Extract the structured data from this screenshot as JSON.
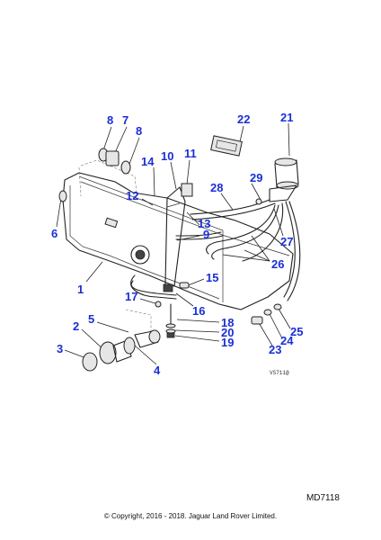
{
  "diagram": {
    "reference": "VS711@",
    "callouts": [
      {
        "id": "8a",
        "text": "8"
      },
      {
        "id": "7",
        "text": "7"
      },
      {
        "id": "8b",
        "text": "8"
      },
      {
        "id": "14",
        "text": "14"
      },
      {
        "id": "10",
        "text": "10"
      },
      {
        "id": "11",
        "text": "11"
      },
      {
        "id": "22",
        "text": "22"
      },
      {
        "id": "21",
        "text": "21"
      },
      {
        "id": "29",
        "text": "29"
      },
      {
        "id": "28",
        "text": "28"
      },
      {
        "id": "12",
        "text": "12"
      },
      {
        "id": "6",
        "text": "6"
      },
      {
        "id": "13",
        "text": "13"
      },
      {
        "id": "9",
        "text": "9"
      },
      {
        "id": "27",
        "text": "27"
      },
      {
        "id": "26",
        "text": "26"
      },
      {
        "id": "1",
        "text": "1"
      },
      {
        "id": "15",
        "text": "15"
      },
      {
        "id": "17",
        "text": "17"
      },
      {
        "id": "16",
        "text": "16"
      },
      {
        "id": "5",
        "text": "5"
      },
      {
        "id": "2",
        "text": "2"
      },
      {
        "id": "18",
        "text": "18"
      },
      {
        "id": "20",
        "text": "20"
      },
      {
        "id": "19",
        "text": "19"
      },
      {
        "id": "3",
        "text": "3"
      },
      {
        "id": "4",
        "text": "4"
      },
      {
        "id": "25",
        "text": "25"
      },
      {
        "id": "24",
        "text": "24"
      },
      {
        "id": "23",
        "text": "23"
      }
    ]
  },
  "footer": {
    "code": "MD7118",
    "copyright": "© Copyright, 2016 - 2018. Jaguar Land Rover Limited."
  }
}
